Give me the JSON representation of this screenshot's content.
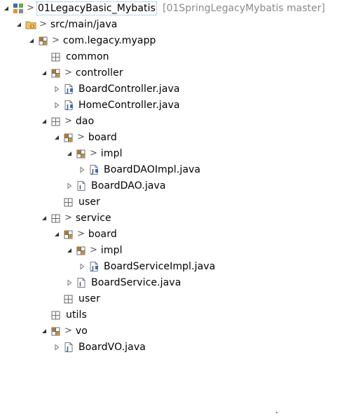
{
  "tree": {
    "rows": [
      {
        "level": 0,
        "toggle": "expanded",
        "icon": "project-icon",
        "decor": ">",
        "label": "01LegacyBasic_Mybatis",
        "suffix": "[01SpringLegacyMybatis master]",
        "name": "project-node"
      },
      {
        "level": 1,
        "toggle": "expanded",
        "icon": "source-folder-icon",
        "decor": ">",
        "label": "src/main/java",
        "name": "source-folder-node"
      },
      {
        "level": 2,
        "toggle": "expanded",
        "icon": "package-decorated-icon",
        "decor": ">",
        "label": "com.legacy.myapp",
        "name": "package-node-root"
      },
      {
        "level": 3,
        "toggle": "none",
        "icon": "package-icon",
        "decor": "",
        "label": "common",
        "name": "package-node-common"
      },
      {
        "level": 3,
        "toggle": "expanded",
        "icon": "package-decorated-icon",
        "decor": ">",
        "label": "controller",
        "name": "package-node-controller"
      },
      {
        "level": 4,
        "toggle": "collapsed",
        "icon": "java-class-icon",
        "decor": "",
        "label": "BoardController.java",
        "name": "file-node-boardcontroller"
      },
      {
        "level": 4,
        "toggle": "collapsed",
        "icon": "java-class-icon",
        "decor": "",
        "label": "HomeController.java",
        "name": "file-node-homecontroller"
      },
      {
        "level": 3,
        "toggle": "expanded",
        "icon": "package-icon",
        "decor": ">",
        "label": "dao",
        "name": "package-node-dao"
      },
      {
        "level": 4,
        "toggle": "expanded",
        "icon": "package-decorated-icon",
        "decor": ">",
        "label": "board",
        "name": "package-node-dao-board"
      },
      {
        "level": 5,
        "toggle": "expanded",
        "icon": "package-decorated-icon",
        "decor": ">",
        "label": "impl",
        "name": "package-node-dao-board-impl"
      },
      {
        "level": 6,
        "toggle": "collapsed",
        "icon": "java-class-icon",
        "decor": "",
        "label": "BoardDAOImpl.java",
        "name": "file-node-boarddaoimpl"
      },
      {
        "level": 5,
        "toggle": "collapsed",
        "icon": "java-interface-icon",
        "decor": "",
        "label": "BoardDAO.java",
        "name": "file-node-boarddao"
      },
      {
        "level": 4,
        "toggle": "none",
        "icon": "package-icon",
        "decor": "",
        "label": "user",
        "name": "package-node-dao-user"
      },
      {
        "level": 3,
        "toggle": "expanded",
        "icon": "package-icon",
        "decor": ">",
        "label": "service",
        "name": "package-node-service"
      },
      {
        "level": 4,
        "toggle": "expanded",
        "icon": "package-decorated-icon",
        "decor": ">",
        "label": "board",
        "name": "package-node-service-board"
      },
      {
        "level": 5,
        "toggle": "expanded",
        "icon": "package-decorated-icon",
        "decor": ">",
        "label": "impl",
        "name": "package-node-service-board-impl"
      },
      {
        "level": 6,
        "toggle": "collapsed",
        "icon": "java-class-icon",
        "decor": "",
        "label": "BoardServiceImpl.java",
        "name": "file-node-boardserviceimpl"
      },
      {
        "level": 5,
        "toggle": "collapsed",
        "icon": "java-interface-icon",
        "decor": "",
        "label": "BoardService.java",
        "name": "file-node-boardservice"
      },
      {
        "level": 4,
        "toggle": "none",
        "icon": "package-icon",
        "decor": "",
        "label": "user",
        "name": "package-node-service-user"
      },
      {
        "level": 3,
        "toggle": "none",
        "icon": "package-icon",
        "decor": "",
        "label": "utils",
        "name": "package-node-utils"
      },
      {
        "level": 3,
        "toggle": "expanded",
        "icon": "package-decorated-icon",
        "decor": ">",
        "label": "vo",
        "name": "package-node-vo"
      },
      {
        "level": 4,
        "toggle": "collapsed",
        "icon": "java-file-icon",
        "decor": "",
        "label": "BoardVO.java",
        "name": "file-node-boardvo"
      }
    ]
  },
  "colors": {
    "suffix": "#8a8a8a",
    "toggle": "#333333",
    "package_fill": "#ffffff",
    "package_stroke": "#6a6a6a",
    "decor_badge": "#b07a2a",
    "java_letter": "#2b5fa8",
    "selection_outline": "#7aa7d6"
  }
}
